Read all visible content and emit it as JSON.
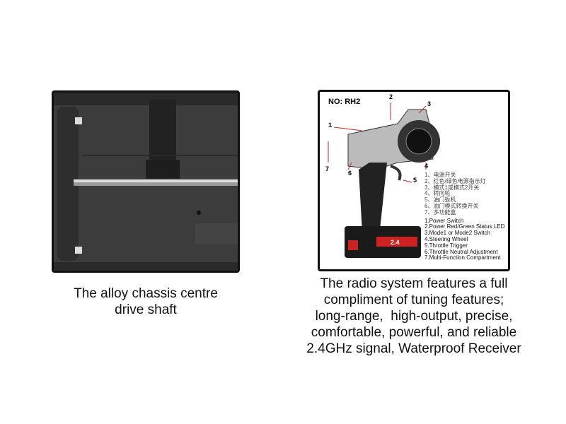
{
  "left_panel": {
    "caption_lines": [
      "The alloy chassis centre",
      "drive shaft"
    ]
  },
  "right_panel": {
    "model_label": "NO: RH2",
    "callouts": [
      "1",
      "2",
      "3",
      "4",
      "5",
      "6",
      "7"
    ],
    "legend_zh": [
      "1、电源开关",
      "2、红色/绿色电源指示灯",
      "3、模式1或模式2开关",
      "4、转向轮",
      "5、油门扳机",
      "6、油门模式转换开关",
      "7、多功能盒"
    ],
    "legend_en": [
      "1.Power Switch",
      "2.Power Red/Green Status LED",
      "3.Mode1 or Mode2 Switch",
      "4.Steering Wheel",
      "5.Throttle Trigger",
      "6.Throttle Neutral Adjustment",
      "7.Multi-Function Compartment"
    ],
    "battery_label": "2.4",
    "caption_lines": [
      "The radio system features a full",
      "compliment of tuning features;",
      "long-range,  high-output, precise,",
      "comfortable, powerful, and reliable",
      "2.4GHz signal, Waterproof Receiver"
    ]
  }
}
